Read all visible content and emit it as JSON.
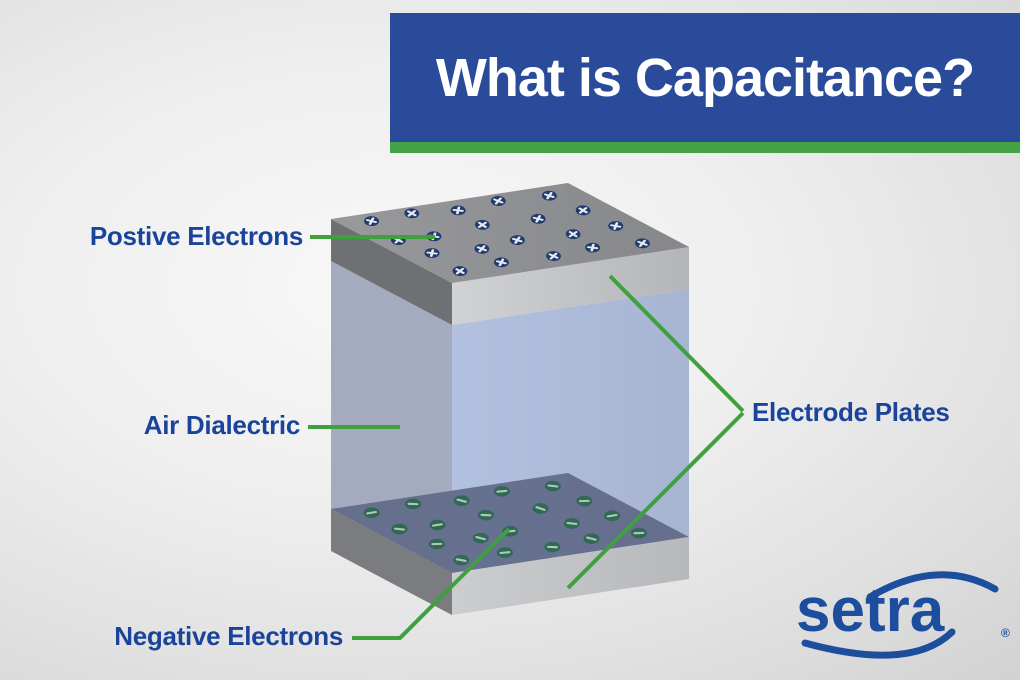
{
  "title": {
    "text": "What is Capacitance?"
  },
  "banner": {
    "bg": "#2a4b99",
    "strip": "#42a244",
    "text_color": "#ffffff"
  },
  "labels": {
    "color": "#1a449b",
    "positive": {
      "text": "Postive Electrons"
    },
    "dielectric": {
      "text": "Air Dialectric"
    },
    "electrode": {
      "text": "Electrode Plates"
    },
    "negative": {
      "text": "Negative Electrons"
    }
  },
  "diagram": {
    "leader_color": "#3ea13e",
    "colors": {
      "top_plate_top": [
        "#98999c",
        "#86878a"
      ],
      "top_plate_left": "#6e7074",
      "top_plate_right": [
        "#d0d2d4",
        "#b3b5b8"
      ],
      "dielectric_left": "#a4abbe",
      "dielectric_right": [
        "#b3c1e0",
        "#a7b5d3"
      ],
      "bottom_plate_top": "#636d8b",
      "bottom_plate_left": "#7a7c80",
      "bottom_plate_right": [
        "#cbcdcf",
        "#b6b8bb"
      ]
    },
    "top_electrons": {
      "fill": "#203b70",
      "glyph": "#e8eaec",
      "points": [
        [
          0.12,
          0.1,
          20
        ],
        [
          0.3,
          0.08,
          40
        ],
        [
          0.47,
          0.13,
          10
        ],
        [
          0.66,
          0.09,
          30
        ],
        [
          0.86,
          0.12,
          25
        ],
        [
          0.09,
          0.38,
          35
        ],
        [
          0.23,
          0.4,
          15
        ],
        [
          0.46,
          0.35,
          45
        ],
        [
          0.68,
          0.38,
          20
        ],
        [
          0.88,
          0.36,
          40
        ],
        [
          0.12,
          0.6,
          10
        ],
        [
          0.31,
          0.64,
          30
        ],
        [
          0.48,
          0.6,
          25
        ],
        [
          0.7,
          0.63,
          45
        ],
        [
          0.89,
          0.61,
          15
        ],
        [
          0.1,
          0.87,
          40
        ],
        [
          0.29,
          0.84,
          20
        ],
        [
          0.5,
          0.86,
          35
        ],
        [
          0.68,
          0.83,
          10
        ],
        [
          0.87,
          0.87,
          30
        ]
      ]
    },
    "bottom_electrons": {
      "fill": "#2a6550",
      "glyph": "#b3cab5",
      "points": [
        [
          0.11,
          0.12,
          10
        ],
        [
          0.3,
          0.09,
          25
        ],
        [
          0.48,
          0.14,
          40
        ],
        [
          0.67,
          0.1,
          15
        ],
        [
          0.87,
          0.13,
          30
        ],
        [
          0.1,
          0.37,
          30
        ],
        [
          0.25,
          0.39,
          10
        ],
        [
          0.47,
          0.36,
          25
        ],
        [
          0.69,
          0.38,
          45
        ],
        [
          0.88,
          0.37,
          20
        ],
        [
          0.13,
          0.62,
          20
        ],
        [
          0.31,
          0.63,
          40
        ],
        [
          0.45,
          0.6,
          15
        ],
        [
          0.7,
          0.62,
          30
        ],
        [
          0.88,
          0.6,
          10
        ],
        [
          0.11,
          0.86,
          35
        ],
        [
          0.3,
          0.85,
          15
        ],
        [
          0.49,
          0.87,
          25
        ],
        [
          0.67,
          0.84,
          40
        ],
        [
          0.86,
          0.86,
          20
        ]
      ]
    }
  },
  "logo": {
    "text": "setra",
    "reg": "®",
    "color": "#1d4e9e"
  }
}
